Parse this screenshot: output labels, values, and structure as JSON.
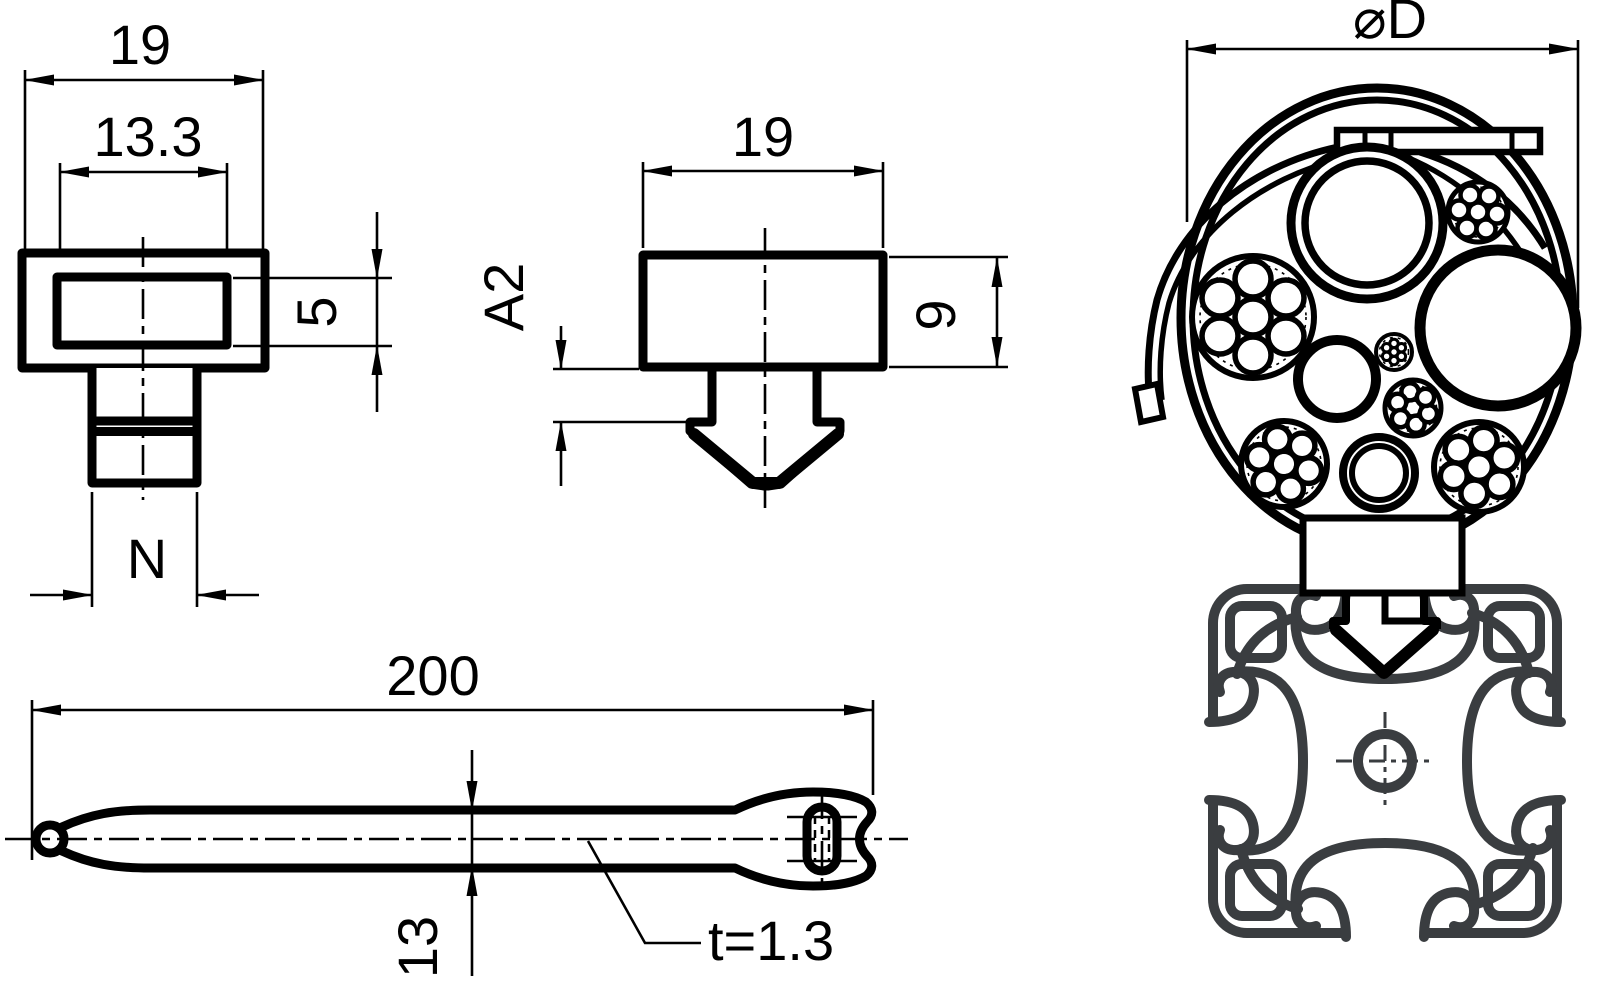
{
  "drawing": {
    "title": "cable-tie clip technical drawing",
    "background_color": "#ffffff",
    "line_color": "#000000",
    "profile_color": "#3a3d40",
    "views": {
      "front": {
        "labels": {
          "width": "19",
          "slot_width": "13.3",
          "slot_height": "5",
          "stem_width": "N"
        }
      },
      "side": {
        "labels": {
          "width": "19",
          "insert_depth": "A2",
          "height": "9"
        }
      },
      "strap": {
        "labels": {
          "length": "200",
          "width": "13",
          "thickness": "t=1.3"
        }
      },
      "assembly": {
        "labels": {
          "bundle_diameter": "⌀D"
        }
      }
    }
  }
}
